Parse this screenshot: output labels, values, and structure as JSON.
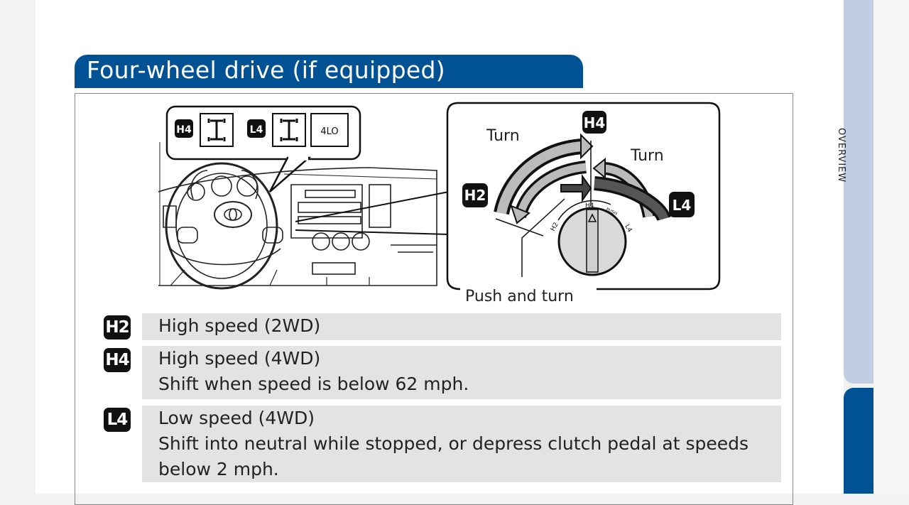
{
  "section": {
    "title": "Four-wheel drive (if equipped)",
    "side_tab": "OVERVIEW"
  },
  "indicator_panel": {
    "badges": [
      "H4",
      "L4"
    ],
    "lo_label": "4LO",
    "icon": "4wd-axle-icon"
  },
  "dial_diagram": {
    "turn_left": "Turn",
    "turn_right": "Turn",
    "push_and_turn": "Push and turn",
    "badge_h4": "H4",
    "badge_h2": "H2",
    "badge_l4": "L4",
    "dial_label_h2": "H2",
    "dial_label_h4": "H4",
    "dial_label_push": "PUSH",
    "dial_label_l4": "L4"
  },
  "modes": [
    {
      "badge": "H2",
      "line1": "High speed (2WD)"
    },
    {
      "badge": "H4",
      "line1": "High speed (4WD)",
      "line2": "Shift when speed is below 62 mph."
    },
    {
      "badge": "L4",
      "line1": "Low speed (4WD)",
      "line2": "Shift into neutral while stopped, or depress clutch pedal at speeds",
      "line3": "below 2 mph."
    }
  ]
}
